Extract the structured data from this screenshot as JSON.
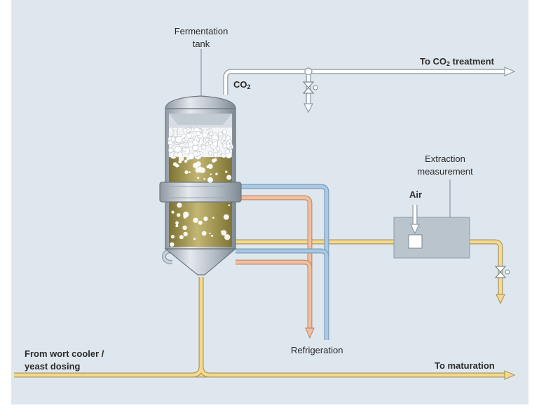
{
  "labels": {
    "fermentation_tank": [
      "Fermentation",
      "tank"
    ],
    "co2_treatment": {
      "prefix": "To CO",
      "sub": "2",
      "suffix": " treatment"
    },
    "co2": {
      "prefix": "CO",
      "sub": "2"
    },
    "extraction_measurement": [
      "Extraction",
      "measurement"
    ],
    "air": "Air",
    "refrigeration": "Refrigeration",
    "wort_cooler": [
      "From wort cooler /",
      "yeast dosing"
    ],
    "to_maturation": "To maturation"
  },
  "colors": {
    "background": "#dfe7ee",
    "pipe_white": "#ffffff",
    "pipe_yellow": "#f6d98a",
    "pipe_blue": "#a8c8e4",
    "pipe_salmon": "#f1bf9f",
    "pipe_outline": "#8e9aa4",
    "tank_steel": "#b9c2ca",
    "beer": "#a89a55",
    "foam": "#ffffff",
    "analyzer_box": "#b9c4cd"
  }
}
